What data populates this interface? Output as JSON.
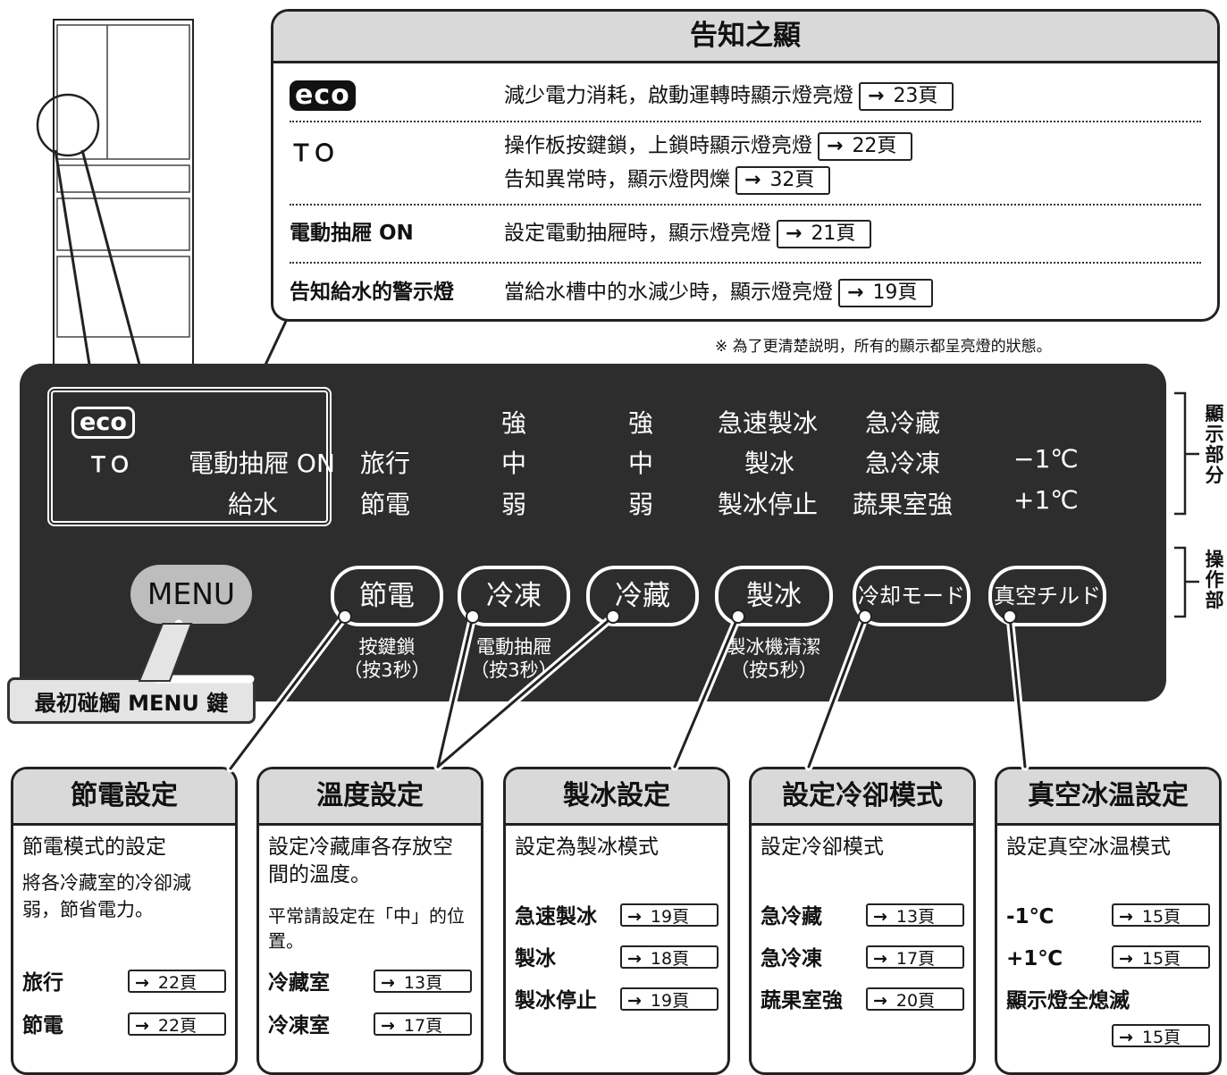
{
  "notice": {
    "title": "告知之顯",
    "eco_badge": "eco",
    "key_glyph": "ＴＯ",
    "rows": [
      {
        "desc": "減少電力消耗，啟動運轉時顯示燈亮燈",
        "ref": "23頁"
      },
      {
        "desc": "操作板按鍵鎖，上鎖時顯示燈亮燈",
        "ref": "22頁"
      },
      {
        "desc": "告知異常時，顯示燈閃爍",
        "ref": "32頁"
      },
      {
        "label": "電動抽屜 ON",
        "desc": "設定電動抽屜時，顯示燈亮燈",
        "ref": "21頁"
      },
      {
        "label": "告知給水的警示燈",
        "desc": "當給水槽中的水減少時，顯示燈亮燈",
        "ref": "19頁"
      }
    ],
    "arrow": "→"
  },
  "note": "※ 為了更清楚説明，所有的顯示都呈亮燈的狀態。",
  "panel": {
    "indicator": {
      "eco": "eco",
      "key": "ＴＯ",
      "drawer_on": "電動抽屜 ON",
      "water": "給水"
    },
    "col_travel": [
      "旅行",
      "節電"
    ],
    "col_freeze": [
      "強",
      "中",
      "弱"
    ],
    "col_fridge": [
      "強",
      "中",
      "弱"
    ],
    "col_ice": [
      "急速製冰",
      "製冰",
      "製冰停止"
    ],
    "col_cool": [
      "急冷藏",
      "急冷凍",
      "蔬果室強"
    ],
    "col_temp": [
      "−1℃",
      "+1℃"
    ],
    "menu_label": "MENU",
    "buttons": [
      {
        "label": "節電",
        "sub1": "按鍵鎖",
        "sub2": "（按3秒）"
      },
      {
        "label": "冷凍",
        "sub1": "電動抽屜",
        "sub2": "（按3秒）"
      },
      {
        "label": "冷藏"
      },
      {
        "label": "製冰",
        "sub1": "製冰機清潔",
        "sub2": "（按5秒）"
      },
      {
        "label": "冷却モード"
      },
      {
        "label": "真空チルド"
      }
    ],
    "menu_callout": "最初碰觸 MENU 鍵"
  },
  "side_labels": {
    "display": "顯示部分",
    "operation": "操作部"
  },
  "boxes": {
    "energy": {
      "title": "節電設定",
      "desc1": "節電模式的設定",
      "desc2": "將各冷藏室的冷卻減弱，節省電力。",
      "rows": [
        {
          "label": "旅行",
          "ref": "22頁"
        },
        {
          "label": "節電",
          "ref": "22頁"
        }
      ]
    },
    "temp": {
      "title": "溫度設定",
      "desc1": "設定冷藏庫各存放空間的溫度。",
      "desc2": "平常請設定在「中」的位置。",
      "rows": [
        {
          "label": "冷藏室",
          "ref": "13頁"
        },
        {
          "label": "冷凍室",
          "ref": "17頁"
        }
      ]
    },
    "ice": {
      "title": "製冰設定",
      "desc1": "設定為製冰模式",
      "rows": [
        {
          "label": "急速製冰",
          "ref": "19頁"
        },
        {
          "label": "製冰",
          "ref": "18頁"
        },
        {
          "label": "製冰停止",
          "ref": "19頁"
        }
      ]
    },
    "cool": {
      "title": "設定冷卻模式",
      "desc1": "設定冷卻模式",
      "rows": [
        {
          "label": "急冷藏",
          "ref": "13頁"
        },
        {
          "label": "急冷凍",
          "ref": "17頁"
        },
        {
          "label": "蔬果室強",
          "ref": "20頁"
        }
      ]
    },
    "vacuum": {
      "title": "真空冰温設定",
      "desc1": "設定真空冰温模式",
      "rows": [
        {
          "label": "-1℃",
          "ref": "15頁"
        },
        {
          "label": "+1℃",
          "ref": "15頁"
        },
        {
          "label": "顯示燈全熄滅",
          "ref": "15頁"
        }
      ]
    }
  }
}
